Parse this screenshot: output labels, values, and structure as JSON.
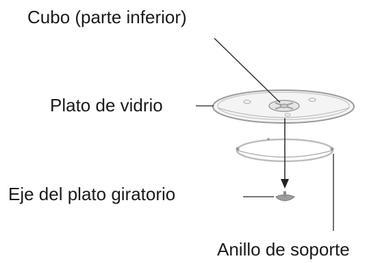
{
  "diagram": {
    "labels": {
      "hub": "Cubo (parte inferior)",
      "glass_tray": "Plato de vidrio",
      "turntable_shaft": "Eje del plato giratorio",
      "roller_ring": "Anillo de soporte"
    },
    "colors": {
      "text": "#1a1a1a",
      "leader_line": "#222222",
      "tray_outline": "#9a9a9a",
      "tray_fill": "#f4f4f4",
      "ring_stroke": "#b5b5b5",
      "coupler_fill": "#9c9c9c"
    }
  }
}
